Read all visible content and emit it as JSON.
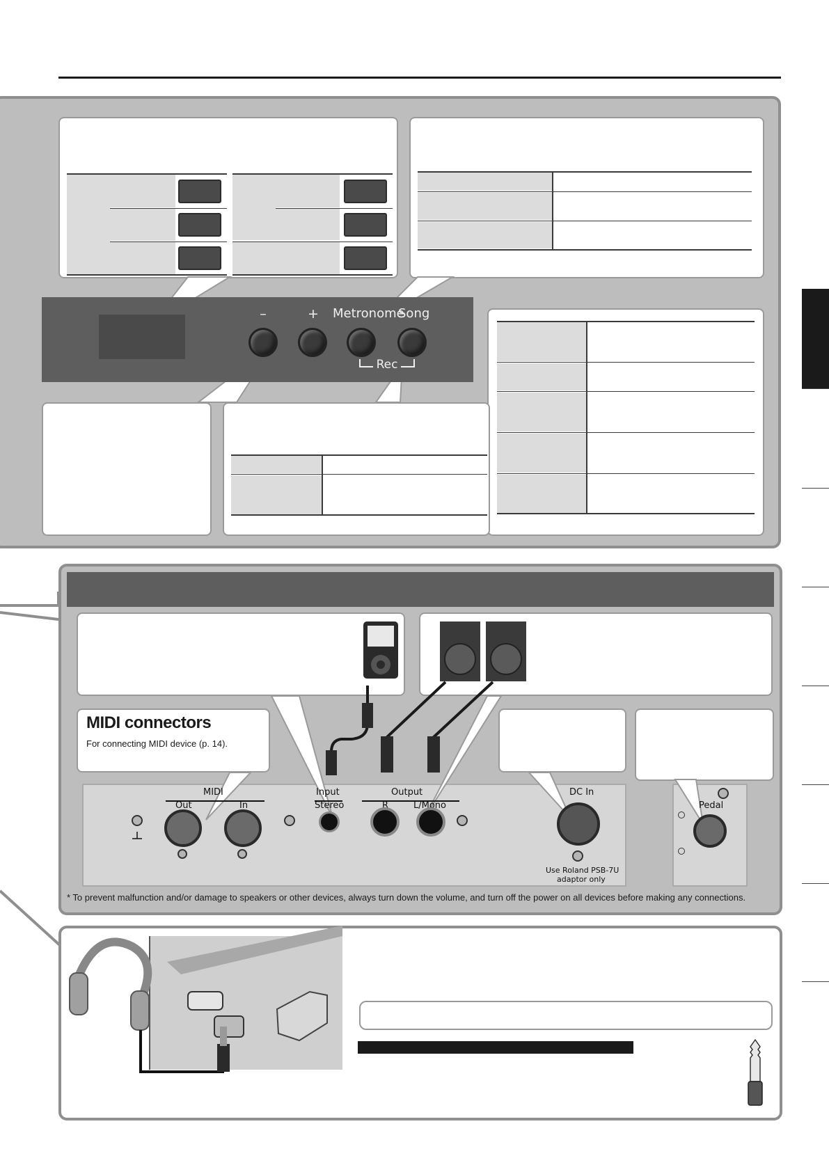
{
  "top_panel": {
    "buttons": {
      "minus": "–",
      "plus": "+",
      "metronome": "Metronome",
      "song": "Song",
      "rec": "Rec"
    }
  },
  "connections": {
    "midi": {
      "title": "MIDI connectors",
      "description": "For connecting MIDI device (p. 14)."
    },
    "panel_labels": {
      "midi": "MIDI",
      "out": "Out",
      "in": "In",
      "input": "Input",
      "stereo": "Stereo",
      "output": "Output",
      "r": "R",
      "l_mono": "L/Mono",
      "dc_in": "DC In",
      "adaptor_line1": "Use Roland PSB-7U",
      "adaptor_line2": "adaptor only",
      "pedal": "Pedal"
    },
    "note": "*  To prevent malfunction and/or damage to speakers or other devices, always turn down the volume, and turn off the power on all devices before making any connections."
  },
  "colors": {
    "panel_gray": "#bdbdbd",
    "dark_bar": "#5e5e5e",
    "side_tab_active": "#1a1a1a"
  }
}
